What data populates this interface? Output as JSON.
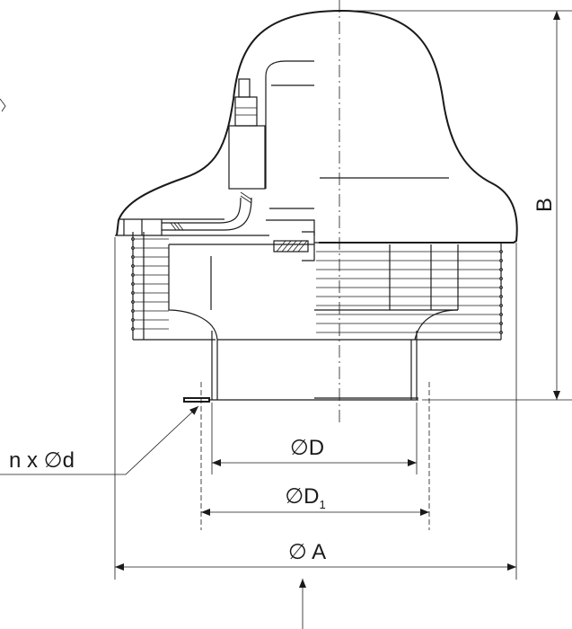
{
  "drawing": {
    "dimensions": {
      "diameter_d": "∅D",
      "diameter_d1_main": "∅D",
      "diameter_d1_sub": "1",
      "diameter_a": "∅ A",
      "height_b": "B",
      "holes": "n x ∅d"
    }
  }
}
